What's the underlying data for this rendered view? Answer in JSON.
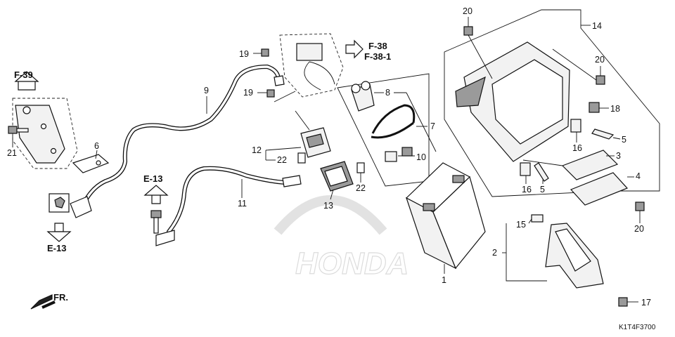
{
  "diagram": {
    "code": "K1T4F3700",
    "watermark": "HONDA",
    "front_marker": "FR.",
    "references": {
      "f39": "F-39",
      "f38": "F-38",
      "f38_1": "F-38-1",
      "e13_left": "E-13",
      "e13_mid": "E-13"
    },
    "callouts": {
      "p1": "1",
      "p2": "2",
      "p3": "3",
      "p4": "4",
      "p5a": "5",
      "p5b": "5",
      "p6": "6",
      "p7": "7",
      "p8": "8",
      "p9": "9",
      "p10": "10",
      "p11": "11",
      "p12": "12",
      "p13": "13",
      "p14": "14",
      "p15": "15",
      "p16a": "16",
      "p16b": "16",
      "p17": "17",
      "p18": "18",
      "p19a": "19",
      "p19b": "19",
      "p20a": "20",
      "p20b": "20",
      "p20c": "20",
      "p21": "21",
      "p22a": "22",
      "p22b": "22"
    }
  }
}
